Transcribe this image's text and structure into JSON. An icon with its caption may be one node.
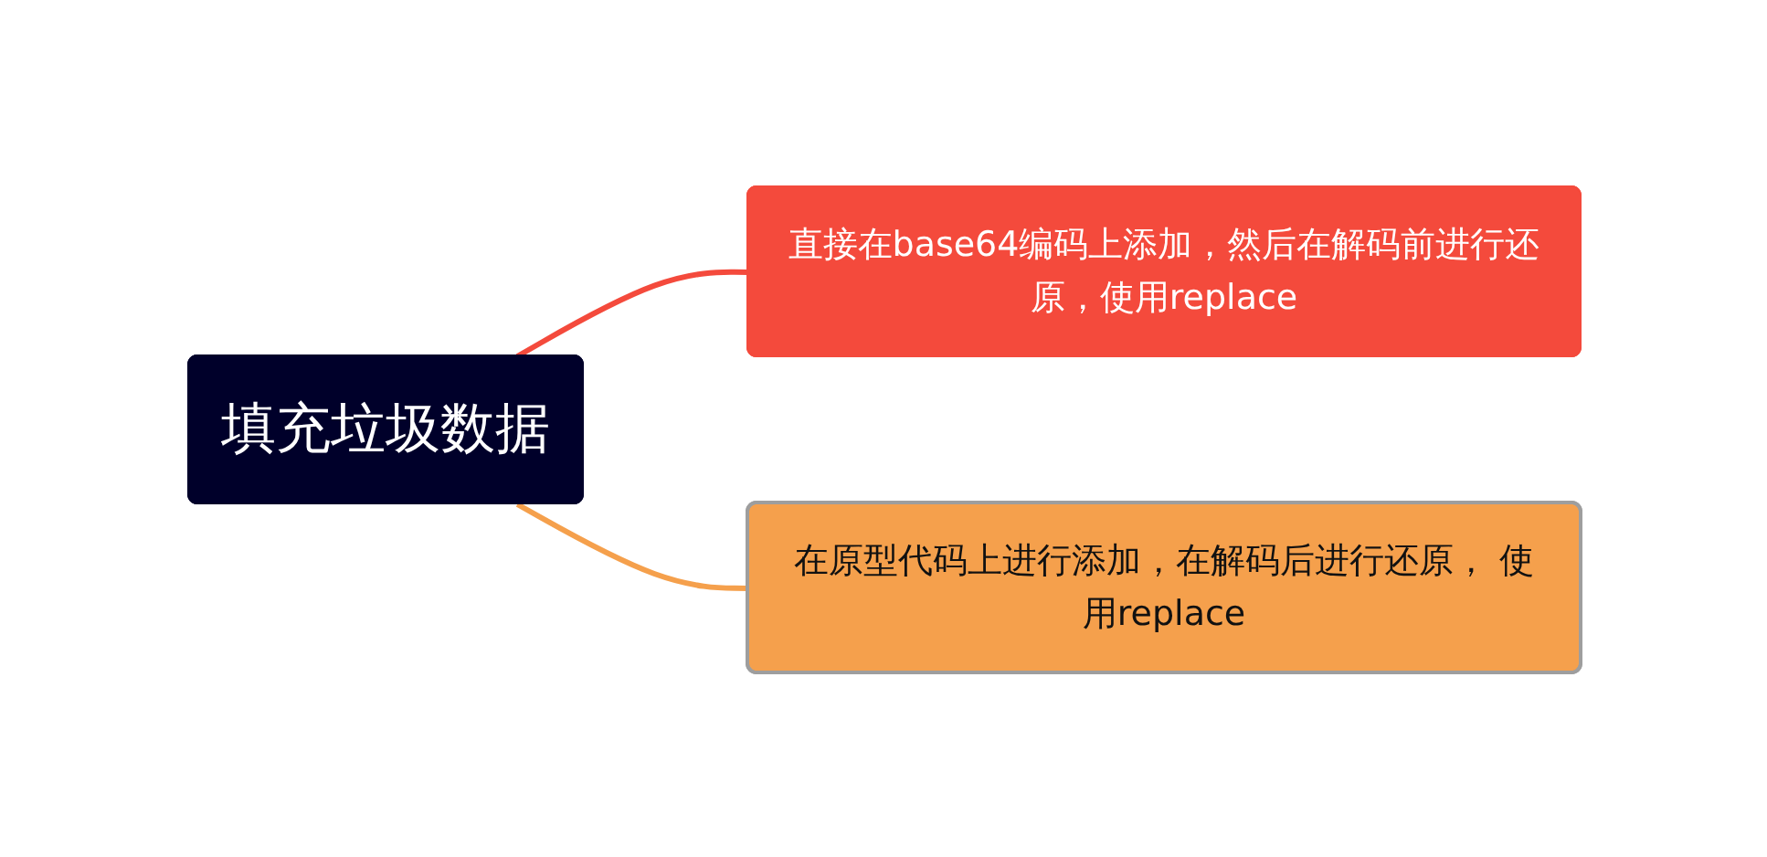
{
  "diagram": {
    "nodes": [
      {
        "text": [
          "填充垃圾数据"
        ]
      },
      {
        "text": [
          "直接在base64编码上添加，然后在解码前进行还原，使用replace"
        ]
      },
      {
        "text": [
          "在原型代码上进行添加，在解码后进行还原， 使用replace"
        ]
      }
    ],
    "edges": [
      {
        "from": 0,
        "to": 1,
        "arrow": "none",
        "color": "#f44a3c"
      },
      {
        "from": 0,
        "to": 2,
        "arrow": "none",
        "color": "#f5a04c"
      }
    ]
  }
}
